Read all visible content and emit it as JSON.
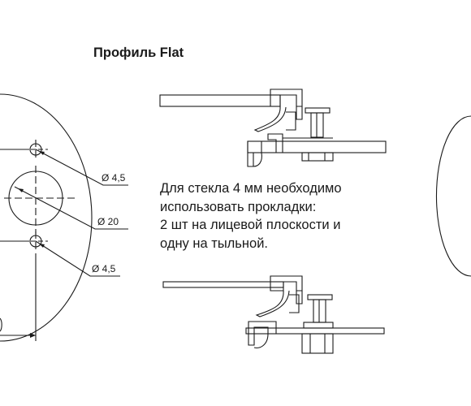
{
  "title": "Профиль Flat",
  "note_lines": [
    "Для стекла 4 мм необходимо",
    "использовать прокладки:",
    "2 шт на лицевой плоскости и",
    "одну на тыльной."
  ],
  "dimensions": {
    "hole_small_top": "Ø 4,5",
    "hole_large": "Ø 20",
    "hole_small_bottom": "Ø 4,5"
  },
  "colors": {
    "line": "#1a1a1a",
    "background": "#ffffff"
  }
}
